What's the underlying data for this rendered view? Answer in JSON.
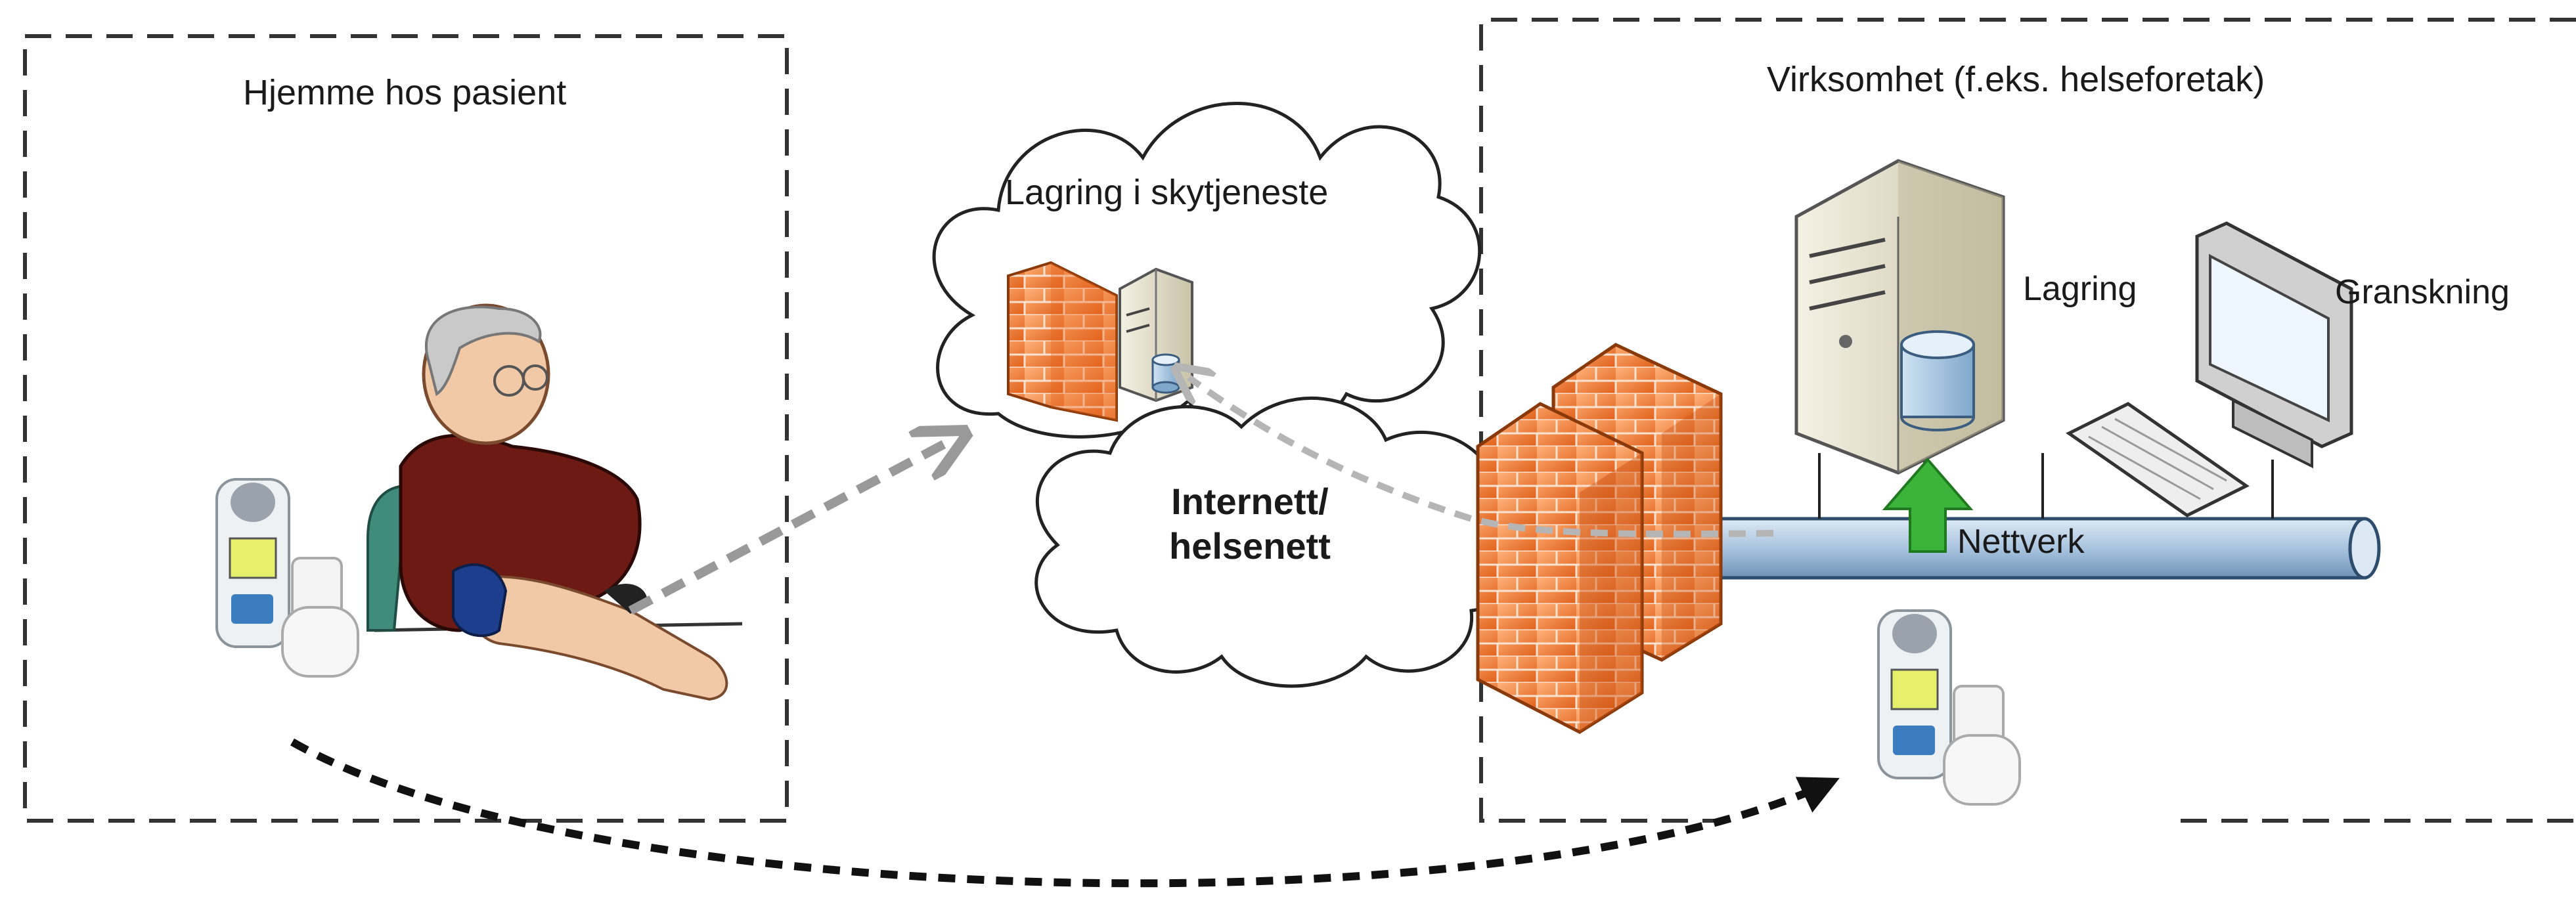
{
  "regions": {
    "home": {
      "label": "Hjemme hos pasient"
    },
    "cloud": {
      "label": "Lagring i skytjeneste"
    },
    "org": {
      "label": "Virksomhet (f.eks. helseforetak)"
    }
  },
  "network": {
    "internet_line1": "Internett/",
    "internet_line2": "helsenett",
    "lan_label": "Nettverk"
  },
  "devices": {
    "storage_label": "Lagring",
    "review_label": "Granskning"
  },
  "icons": [
    "patient-figure",
    "spirometer-icon",
    "firewall-icon",
    "server-icon",
    "database-icon",
    "workstation-icon",
    "keyboard-icon",
    "upload-arrow-icon"
  ],
  "colors": {
    "firewall": "#f07a2a",
    "pipe": "#b8d0e6",
    "upload_arrow": "#3cb43c",
    "flow_arrow": "#999999",
    "dashed_border": "#333333"
  }
}
